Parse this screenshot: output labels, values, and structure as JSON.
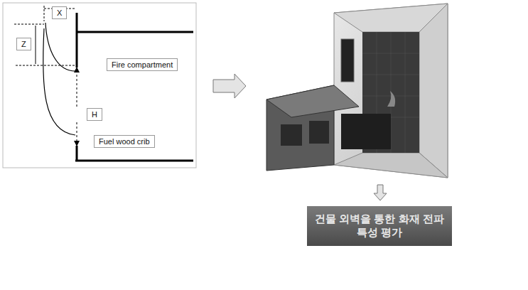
{
  "diagram": {
    "nodes": [
      {
        "text": [
          "X"
        ]
      },
      {
        "text": [
          "Z"
        ]
      },
      {
        "text": [
          "Fire compartment"
        ]
      },
      {
        "text": [
          "H"
        ]
      },
      {
        "text": [
          "Fuel wood crib"
        ]
      },
      {
        "text": [
          "건물 외벽을 통한 화재 전파 특성 평가"
        ]
      }
    ]
  }
}
